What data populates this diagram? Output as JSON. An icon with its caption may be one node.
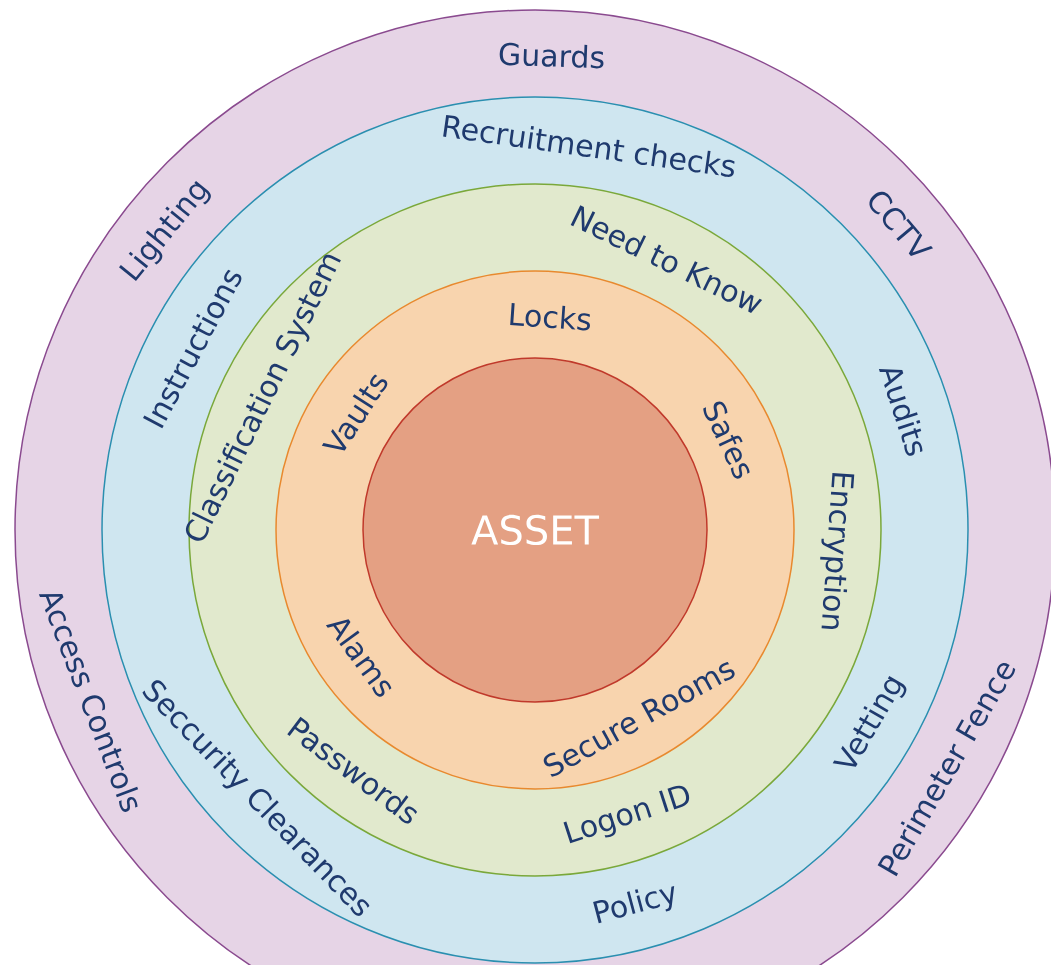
{
  "diagram": {
    "nodes": [
      {
        "text": [
          "Guards",
          "CCTV",
          "Lighting",
          "Access Controls",
          "Perimeter Fence"
        ]
      },
      {
        "text": [
          "Recruitment checks",
          "Audits",
          "Instructions",
          "Seccurity Clearances",
          "Policy",
          "Vetting"
        ],
        "in": 0
      },
      {
        "text": [
          "Need to Know",
          "Encryption",
          "Classification System",
          "Passwords",
          "Logon ID"
        ],
        "in": 1
      },
      {
        "text": [
          "Locks",
          "Safes",
          "Vaults",
          "Alams",
          "Secure Rooms"
        ],
        "in": 2
      },
      {
        "text": [
          "ASSET"
        ],
        "in": 3
      }
    ]
  }
}
